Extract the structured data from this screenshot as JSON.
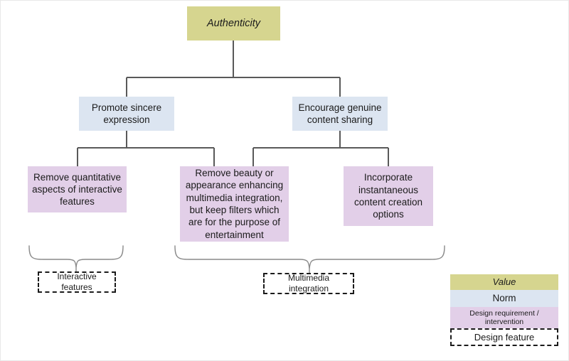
{
  "diagram": {
    "title_node": {
      "label": "Authenticity",
      "type": "value"
    },
    "norms": [
      {
        "label": "Promote sincere expression",
        "type": "norm"
      },
      {
        "label": "Encourage genuine content sharing",
        "type": "norm"
      }
    ],
    "requirements": [
      {
        "label": "Remove quantitative aspects of interactive features",
        "type": "design-requirement"
      },
      {
        "label": "Remove beauty or appearance enhancing multimedia integration, but keep filters which are for the purpose of entertainment",
        "type": "design-requirement"
      },
      {
        "label": "Incorporate instantaneous content creation options",
        "type": "design-requirement"
      }
    ],
    "features": [
      {
        "label": "Interactive features",
        "type": "design-feature"
      },
      {
        "label": "Multimedia integration",
        "type": "design-feature"
      }
    ]
  },
  "legend": {
    "rows": [
      {
        "label": "Value",
        "color": "#d6d58f"
      },
      {
        "label": "Norm",
        "color": "#dce5f1"
      },
      {
        "label": "Design requirement / intervention",
        "color": "#e2cfe8"
      },
      {
        "label": "Design feature",
        "color": "#ffffff"
      }
    ]
  },
  "colors": {
    "value": "#d6d58f",
    "norm": "#dce5f1",
    "requirement": "#e2cfe8",
    "feature": "#ffffff",
    "connector": "#595959",
    "brace": "#7f7f7f",
    "text": "#1b1b1b"
  }
}
